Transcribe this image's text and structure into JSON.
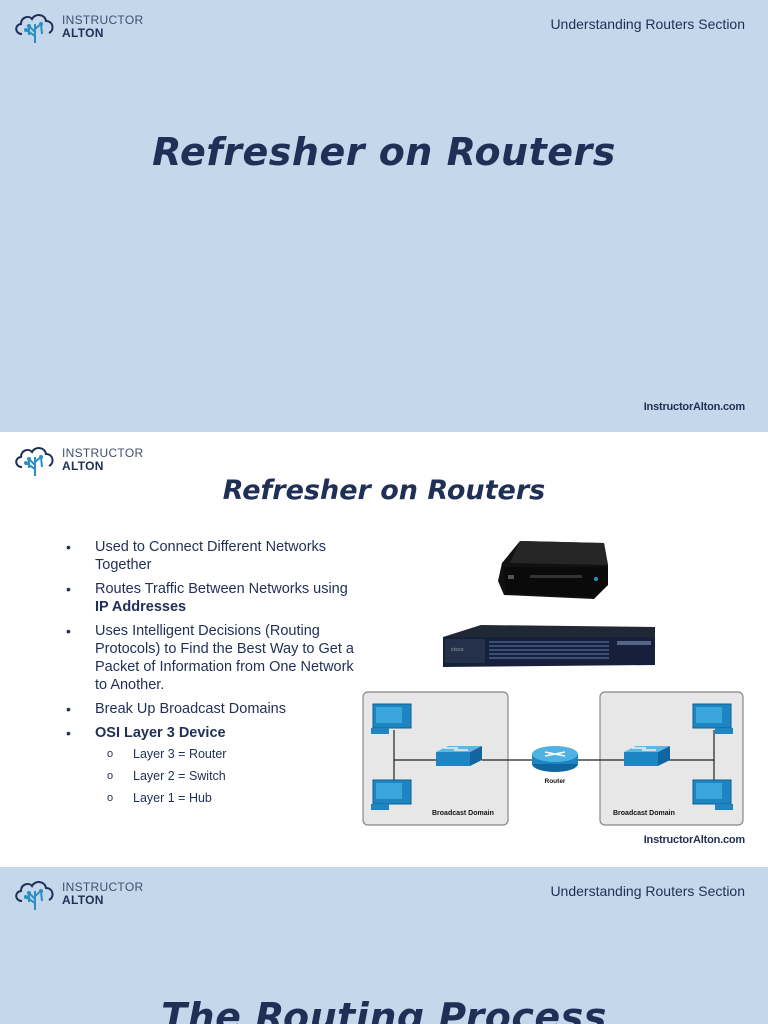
{
  "brand": {
    "line1": "INSTRUCTOR",
    "line2": "ALTON"
  },
  "slides": [
    {
      "section": "Understanding Routers Section",
      "title": "Refresher on Routers",
      "footer": "InstructorAlton.com"
    },
    {
      "title": "Refresher on Routers",
      "bullets": [
        {
          "text": "Used to Connect Different Networks Together"
        },
        {
          "text": "Routes Traffic Between Networks using ",
          "bold": "IP Addresses"
        },
        {
          "text": "Uses Intelligent Decisions (Routing Protocols) to Find the Best Way to Get a Packet of Information from One Network to Another."
        },
        {
          "text": "Break Up Broadcast Domains"
        },
        {
          "bold": "OSI Layer 3 Device"
        }
      ],
      "sub_bullets": [
        "Layer 3 = Router",
        "Layer 2 = Switch",
        "Layer 1 = Hub"
      ],
      "diagram": {
        "left_domain": "Broadcast Domain",
        "right_domain": "Broadcast Domain",
        "router_label": "Router"
      },
      "footer": "InstructorAlton.com"
    },
    {
      "section": "Understanding Routers Section",
      "title": "The Routing Process"
    }
  ],
  "colors": {
    "slide_bg": "#c5d7ea",
    "text": "#1f2f55",
    "device_blue": "#2a8fc4"
  }
}
